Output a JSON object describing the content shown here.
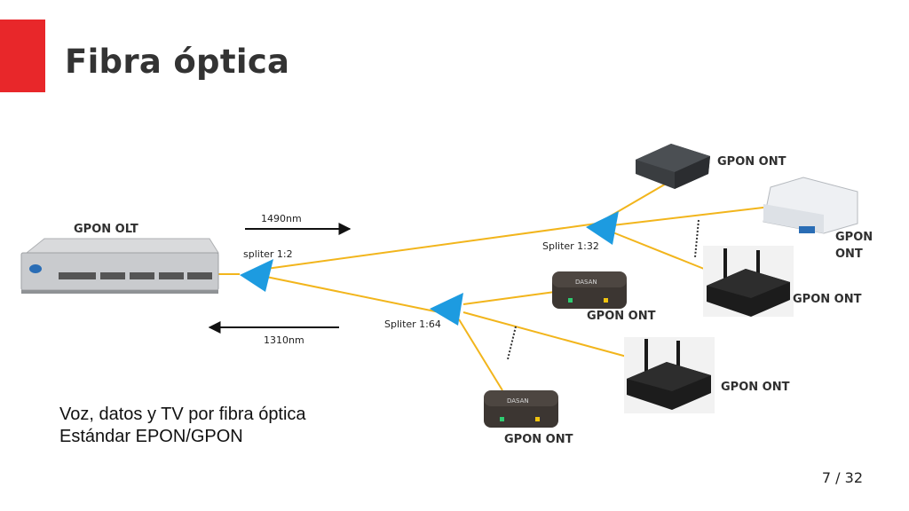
{
  "slide": {
    "title": "Fibra óptica",
    "accent_color": "#e8272a",
    "page": "7 / 32"
  },
  "diagram": {
    "fiber_color": "#f2b51c",
    "splitter_color": "#1d9be0",
    "olt_label": "GPON OLT",
    "downstream_label": "1490nm",
    "upstream_label": "1310nm",
    "splitter_a_label": "spliter 1:2",
    "splitter_b_label": "Spliter 1:32",
    "splitter_c_label": "Spliter 1:64",
    "ont_labels": {
      "top": "GPON ONT",
      "white_line1": "GPON",
      "white_line2": "ONT",
      "router_right": "GPON ONT",
      "box_middle": "GPON ONT",
      "router_bottom": "GPON ONT",
      "box_bottom": "GPON ONT"
    },
    "device_brand": "DASAN"
  },
  "caption": {
    "line1": "Voz, datos y TV por fibra óptica",
    "line2": "Estándar EPON/GPON"
  }
}
